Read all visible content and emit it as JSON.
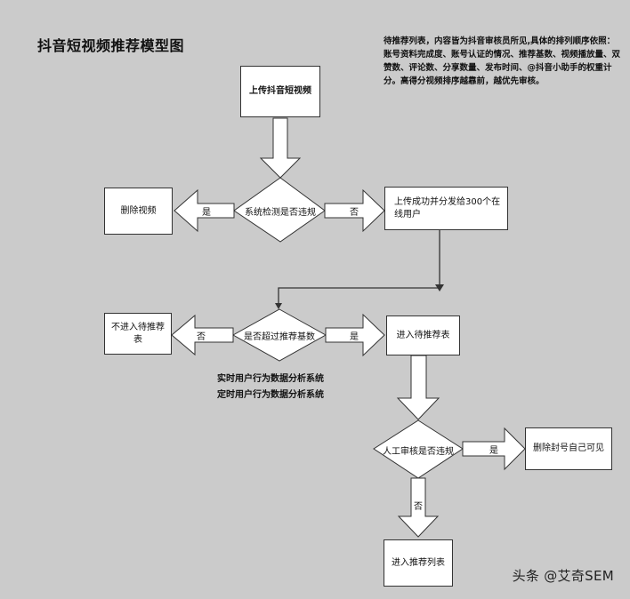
{
  "title": "抖音短视频推荐模型图",
  "note": "待推荐列表，内容皆为抖音审核员所见,具体的排列顺序依照：账号资料完成度、账号认证的情况、推荐基数、视频播放量、双赞数、评论数、分享数量、发布时间、@抖音小助手的权重计分。高得分视频排序越靠前，越优先审核。",
  "nodes": {
    "upload": "上传抖音短视频",
    "check_violation": "系统检测是否违规",
    "delete_video": "删除视频",
    "distribute": "上传成功并分发给300个在线用户",
    "exceed_base": "是否超过推荐基数",
    "not_enter": "不进入待推荐表",
    "enter_pending": "进入待推荐表",
    "manual_review": "人工审核是否违规",
    "delete_ban": "删除封号自己可见",
    "enter_list": "进入推荐列表"
  },
  "labels": {
    "yes_1": "是",
    "no_1": "否",
    "no_2": "否",
    "yes_2": "是",
    "yes_3": "是",
    "no_3": "否"
  },
  "systems": {
    "realtime": "实时用户行为数据分析系统",
    "scheduled": "定时用户行为数据分析系统"
  },
  "watermark": "头条 @艾奇SEM",
  "colors": {
    "background": "#cbcbcb",
    "box_fill": "#ffffff",
    "stroke": "#333333"
  }
}
